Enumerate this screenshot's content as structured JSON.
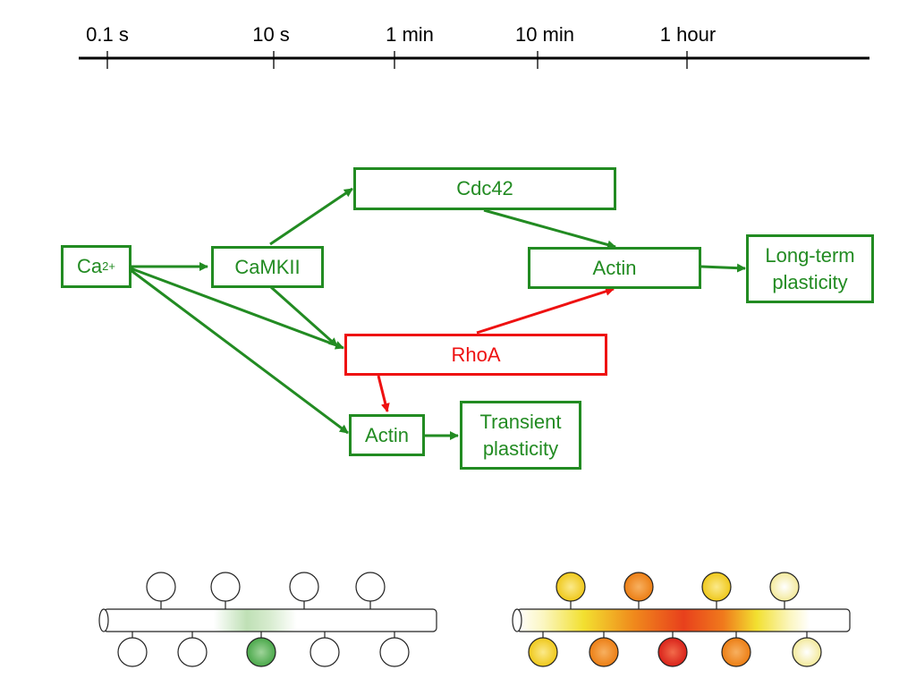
{
  "timeline": {
    "ticks": [
      "0.1 s",
      "10 s",
      "1 min",
      "10 min",
      "1 hour"
    ]
  },
  "nodes": {
    "calcium": {
      "base": "Ca",
      "superscript": "2+"
    },
    "camkii": "CaMKII",
    "cdc42": "Cdc42",
    "actin_long": "Actin",
    "long_term": "Long-term\nplasticity",
    "rhoa": "RhoA",
    "actin_transient": "Actin",
    "transient": "Transient\nplasticity"
  },
  "colors": {
    "green": "#228b22",
    "red": "#ee1111",
    "spine_green": "#5cb85c",
    "spine_yellow": "#f2d21c",
    "spine_orange": "#f08a1c",
    "spine_red": "#e0281c",
    "spine_pale": "#f7f0b0"
  }
}
